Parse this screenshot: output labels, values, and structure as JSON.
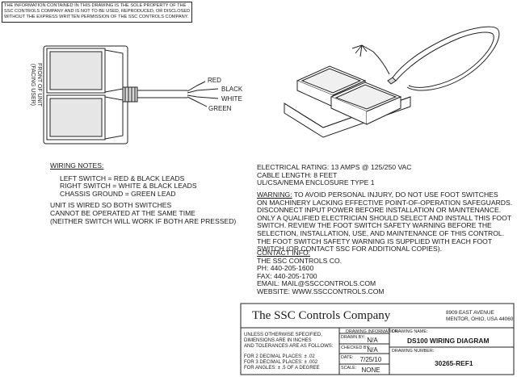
{
  "notice": {
    "lines": [
      "THE INFORMATION CONTAINED IN THIS DRAWING IS THE SOLE PROPERTY OF THE",
      "SSC CONTROLS COMPANY AND IS NOT TO BE USED, REPRODUCED, OR DISCLOSED",
      "WITHOUT THE EXPRESS WRITTEN PERMISSION OF THE SSC CONTROLS COMPANY."
    ]
  },
  "front_label": {
    "line1": "FRONT OF UNIT",
    "line2": "(FACING USER)"
  },
  "wires": {
    "red": "RED",
    "black": "BLACK",
    "white": "WHITE",
    "green": "GREEN"
  },
  "wiring_notes": {
    "heading": "WIRING NOTES:",
    "lines": [
      "LEFT SWITCH = RED & BLACK LEADS",
      "RIGHT SWITCH = WHITE & BLACK LEADS",
      "CHASSIS GROUND = GREEN LEAD"
    ],
    "wired_lines": [
      "UNIT IS WIRED SO BOTH SWITCHES",
      "CANNOT BE OPERATED AT THE SAME TIME",
      "(NEITHER SWITCH WILL WORK IF BOTH ARE PRESSED)"
    ]
  },
  "ratings": {
    "lines": [
      "ELECTRICAL RATING: 13 AMPS @ 125/250 VAC",
      "CABLE LENGTH: 8 FEET",
      "UL/CSA/NEMA ENCLOSURE TYPE 1"
    ]
  },
  "warning": {
    "label": "WARNING:",
    "first": " TO AVOID PERSONAL INJURY, DO NOT USE FOOT SWITCHES",
    "lines": [
      "ON MACHINERY LACKING EFFECTIVE POINT-OF-OPERATION SAFEGUARDS.",
      "DISCONNECT INPUT POWER BEFORE INSTALLATION OR MAINTENANCE.",
      "ONLY A QUALIFIED ELECTRICIAN SHOULD SELECT AND INSTALL THIS FOOT",
      "SWITCH.  REVIEW THE FOOT SWITCH SAFETY WARNING BEFORE THE",
      "SELECTION, INSTALLATION, USE, AND MAINTENANCE OF THIS CONTROL.",
      "THE FOOT SWITCH SAFETY WARNING IS SUPPLIED WITH EACH FOOT",
      "SWITCH (OR CONTACT SSC FOR ADDITIONAL COPIES)."
    ]
  },
  "contact": {
    "heading": "CONTACT INFO:",
    "lines": [
      "THE SSC CONTROLS CO.",
      "PH: 440-205-1600",
      "FAX: 440-205-1700",
      "EMAIL: MAIL@SSCCONTROLS.COM",
      "WEBSITE: WWW.SSCCONTROLS.COM"
    ]
  },
  "title_block": {
    "company": "The SSC Controls Company",
    "address1": "8909 EAST AVENUE",
    "address2": "MENTOR, OHIO, USA  44060",
    "tolerance_lines": [
      "UNLESS OTHERWISE SPECIFIED,",
      "DIMENSIONS ARE IN INCHES",
      "AND TOLERANCES ARE AS FOLLOWS:"
    ],
    "tolerance_values": [
      "FOR 2 DECIMAL PLACES: ± .02",
      "FOR 3 DECIMAL PLACES: ± .002",
      "FOR ANGLES:  ± .5 OF A DEGREE"
    ],
    "drawing_info": "DRAWING INFORMATION",
    "drawn_by_label": "DRAWN BY:",
    "drawn_by": "N/A",
    "checked_by_label": "CHECKED BY:",
    "checked_by": "N/A",
    "date_label": "DATE:",
    "date": "7/25/10",
    "scale_label": "SCALE:",
    "scale": "NONE",
    "drawing_name_label": "DRAWING NAME:",
    "drawing_name": "DS100 WIRING DIAGRAM",
    "drawing_number_label": "DRAWING NUMBER:",
    "drawing_number": "30265-REF1"
  }
}
